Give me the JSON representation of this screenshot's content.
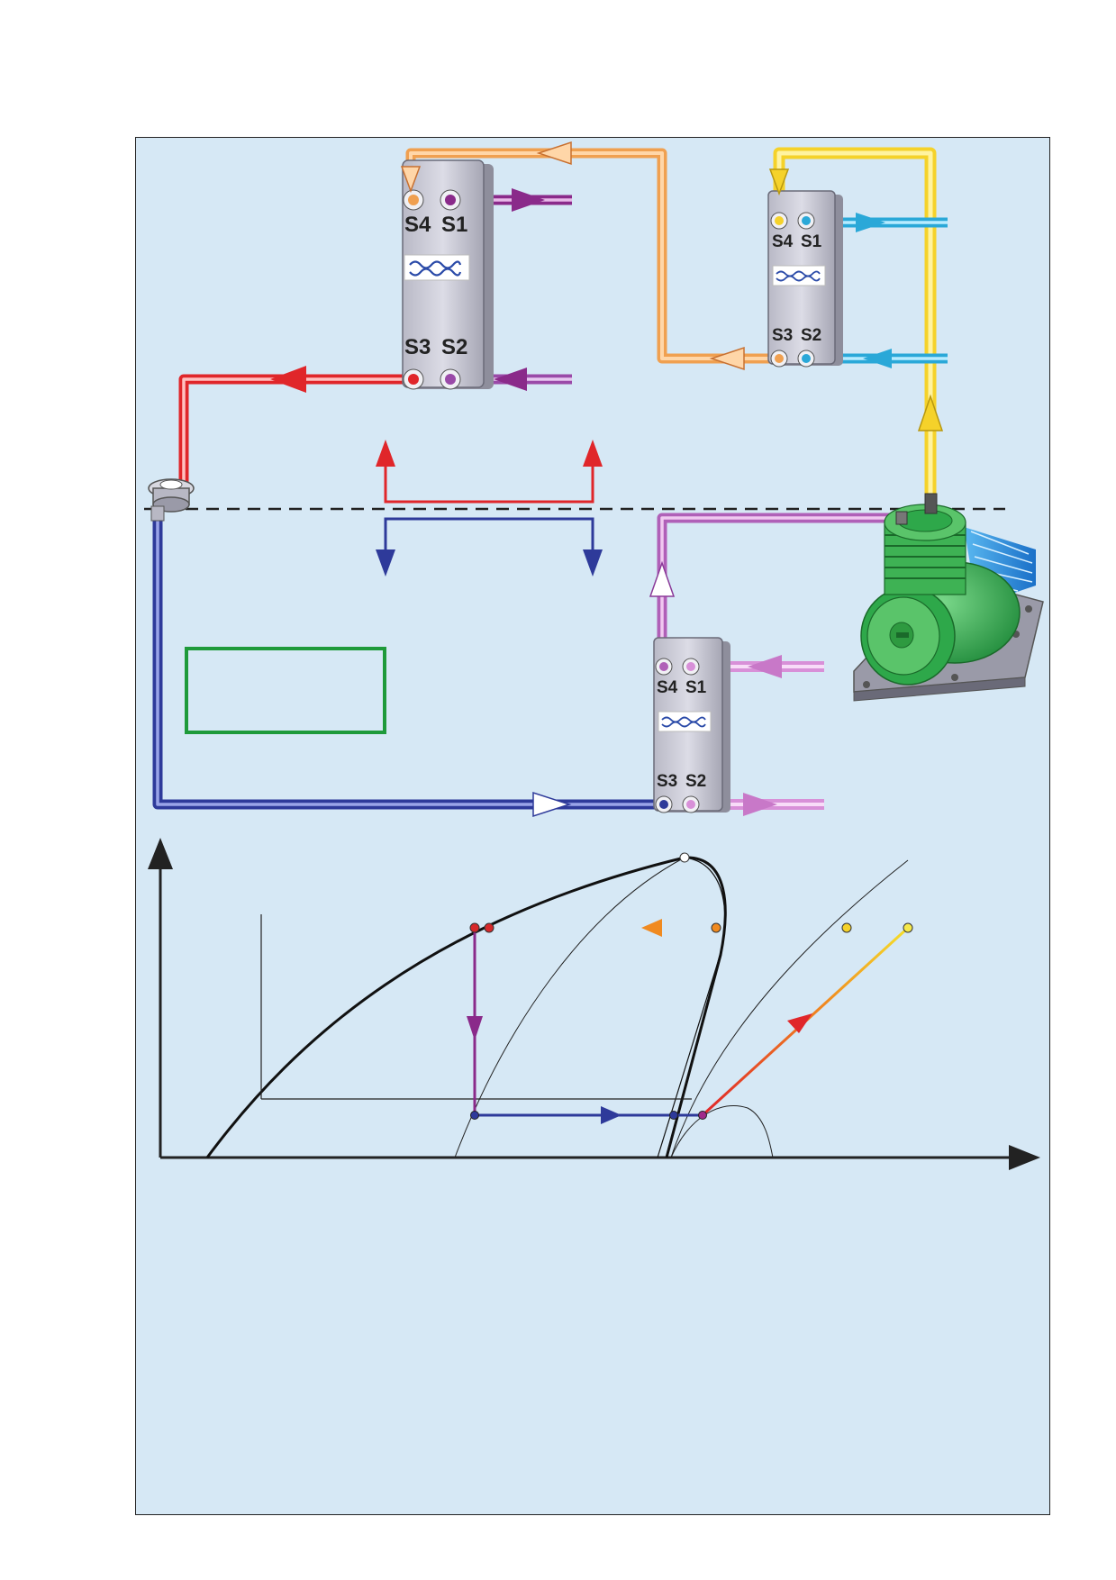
{
  "colors": {
    "background": "#d6e8f5",
    "liquid_line": "#e0262a",
    "suction_line": "#2e3a9a",
    "discharge_line": "#f5d22a",
    "condensate_line": "#f0a050",
    "secondary_heating": "#8a2a8a",
    "secondary_cooling": "#2aa8d8",
    "evaporator_secondary": "#d890d8",
    "compressor": "#2ea84a",
    "status_box": "#1e9a3a"
  },
  "icons": {
    "heat_exchanger": "plate-heat-exchanger-icon",
    "brand_logo": "alfa-laval-logo-icon",
    "expansion_valve": "expansion-valve-icon",
    "compressor": "compressor-icon"
  },
  "exchangers": {
    "condenser": {
      "ports": [
        "S4",
        "S1",
        "S3",
        "S2"
      ]
    },
    "desuperheater": {
      "ports": [
        "S4",
        "S1",
        "S3",
        "S2"
      ]
    },
    "evaporator": {
      "ports": [
        "S4",
        "S1",
        "S3",
        "S2"
      ]
    }
  },
  "ph_diagram": {
    "x_axis_label": "",
    "y_axis_label": ""
  }
}
